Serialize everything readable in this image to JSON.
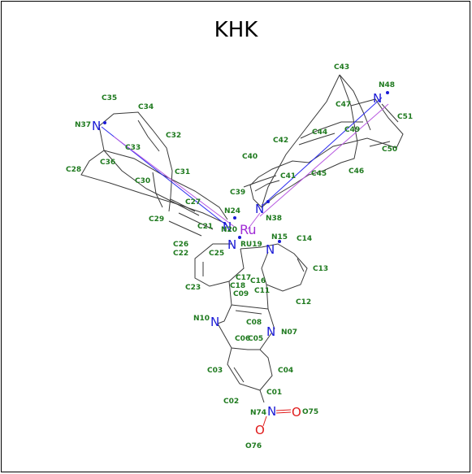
{
  "title": "KHK",
  "atoms": {
    "ru": "Ru",
    "n": "N",
    "o": "O"
  },
  "labels": {
    "C43": "C43",
    "N48": "N48",
    "C47": "C47",
    "C51": "C51",
    "C49": "C49",
    "C42": "C42",
    "C44": "C44",
    "C50": "C50",
    "C40": "C40",
    "C46": "C46",
    "C41": "C41",
    "C45": "C45",
    "C39": "C39",
    "N38": "N38",
    "C35": "C35",
    "C34": "C34",
    "N37": "N37",
    "C32": "C32",
    "C33": "C33",
    "C36": "C36",
    "C28": "C28",
    "C31": "C31",
    "C30": "C30",
    "C27": "C27",
    "N24": "N24",
    "C29": "C29",
    "C21": "C21",
    "N20": "N20",
    "RU19": "RU19",
    "N15": "N15",
    "C14": "C14",
    "C26": "C26",
    "C22": "C22",
    "C25": "C25",
    "C13": "C13",
    "C17": "C17",
    "C16": "C16",
    "C18": "C18",
    "C23": "C23",
    "C09": "C09",
    "C11": "C11",
    "C12": "C12",
    "N10": "N10",
    "C08": "C08",
    "N07": "N07",
    "C06": "C06",
    "C05": "C05",
    "C03": "C03",
    "C04": "C04",
    "C01": "C01",
    "C02": "C02",
    "N74": "N74",
    "O75": "O75",
    "O76": "O76"
  }
}
